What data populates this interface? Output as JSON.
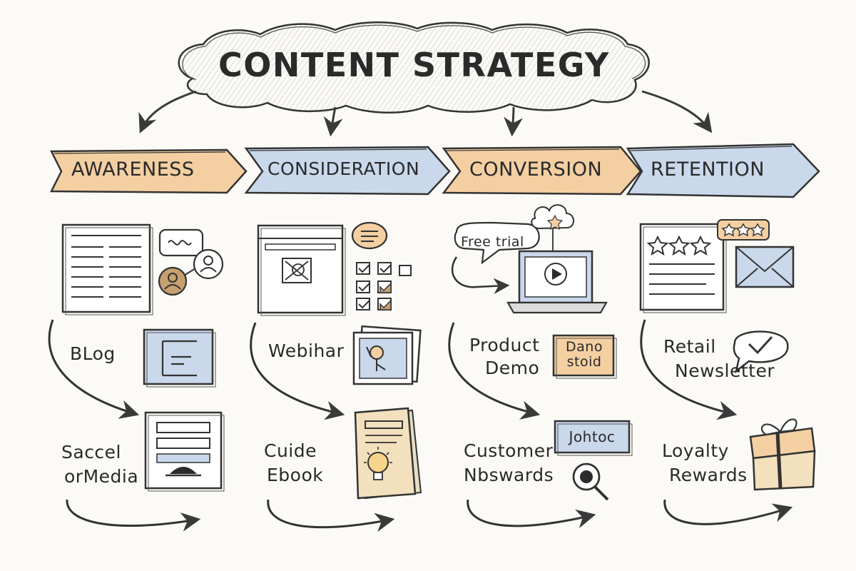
{
  "title": "CONTENT STRATEGY",
  "colors": {
    "ink": "#2b2b2b",
    "awareness_fill": "#f3cfa2",
    "consideration_fill": "#c9d8ea",
    "conversion_fill": "#f3cfa2",
    "retention_fill": "#c9d8ea",
    "accent_gold": "#c7a070",
    "accent_blue": "#b8cbe0"
  },
  "stages": [
    {
      "label": "AWARENESS",
      "items": [
        {
          "line1": "BLog",
          "line2": "",
          "icon": "blog-window-icon"
        },
        {
          "line1": "Saccel",
          "line2": "orMedia",
          "icon": "social-post-icon"
        }
      ],
      "header_icon": "article-with-avatars-icon"
    },
    {
      "label": "CONSIDERATION",
      "items": [
        {
          "line1": "Webihar",
          "line2": "",
          "icon": "webinar-presenter-icon"
        },
        {
          "line1": "Cuide",
          "line2": "Ebook",
          "icon": "ebook-lightbulb-icon"
        }
      ],
      "header_icon": "browser-checklist-icon"
    },
    {
      "label": "CONVERSION",
      "items": [
        {
          "line1": "Product",
          "line2": "Demo",
          "icon": "demo-card-icon",
          "tag": [
            "Dano",
            "stoid"
          ]
        },
        {
          "line1": "Customer",
          "line2": "Nbswards",
          "icon": "magnifier-icon",
          "tag": [
            "Johtoc"
          ]
        }
      ],
      "header_icon": "laptop-video-icon",
      "speech": "Free trial"
    },
    {
      "label": "RETENTION",
      "items": [
        {
          "line1": "Retail",
          "line2": "Newsletter",
          "icon": "check-bubble-icon"
        },
        {
          "line1": "Loyalty",
          "line2": "Rewards",
          "icon": "gift-box-icon"
        }
      ],
      "header_icon": "star-rating-email-icon"
    }
  ]
}
